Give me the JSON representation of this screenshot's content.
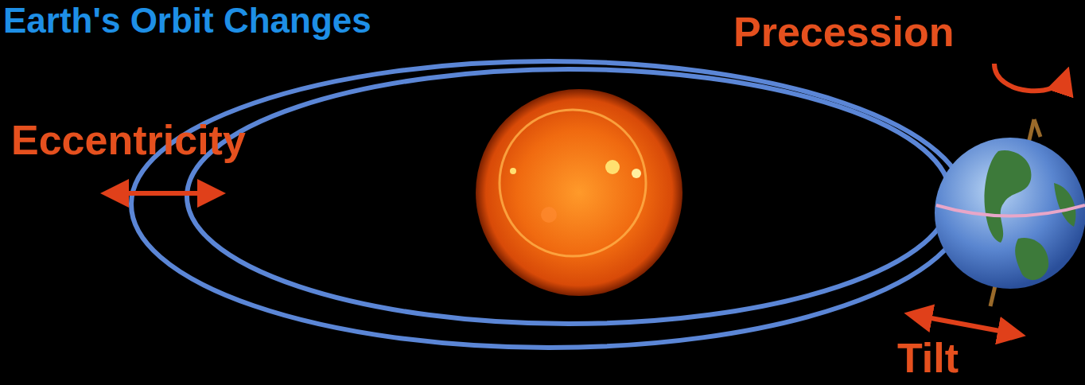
{
  "diagram": {
    "title": "Earth's Orbit Changes",
    "labels": [
      "Eccentricity",
      "Precession",
      "Tilt"
    ]
  }
}
